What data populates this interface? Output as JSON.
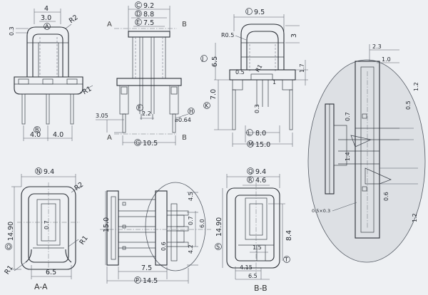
{
  "background": "#eef0f3",
  "line_color": "#2b2f36",
  "views": {
    "front_top": {
      "dims": {
        "w_top": "4",
        "w_mid": "3.0",
        "t_top": "0.3",
        "r_top": "R2",
        "r_base": "R1",
        "pin_pitch_a": "4.0",
        "pin_pitch_b": "4.0"
      },
      "balloons": {
        "a": "A",
        "b": "B"
      }
    },
    "side_top": {
      "dims": {
        "d_c": "9.2",
        "d_d": "8.8",
        "d_e": "7.5",
        "d_f": "2.2",
        "d_g": "10.5",
        "pin_dia": "0.64",
        "pin_len": "3.05"
      },
      "balloons": {
        "c": "C",
        "d": "D",
        "e": "E",
        "f": "F",
        "g": "G",
        "h": "H"
      },
      "section_marks": [
        "A",
        "A",
        "B",
        "B"
      ]
    },
    "iso_top": {
      "dims": {
        "d_i": "9.5",
        "d_j": "6.5",
        "d_k": "7.0",
        "d_l": "8.0",
        "d_m": "15.0",
        "d_3": "3",
        "d_r05": "R0.5",
        "d_05": "0.5",
        "d_r1": "R1",
        "d_17": "1.7",
        "d_03": "0.3",
        "d_01": "1"
      },
      "balloons": {
        "i": "I",
        "j": "J",
        "k": "K",
        "l": "L",
        "m": "M"
      }
    },
    "detail": {
      "dims": {
        "d_23": "2.3",
        "d_10": "1.0",
        "d_05": "0.5",
        "d_07": "0.7",
        "d_14": "1.4",
        "d_06": "0.6",
        "d_12a": "1.2",
        "d_12b": "1.2",
        "d_chamfer": "0.5×0.3"
      }
    },
    "section_aa": {
      "dims": {
        "d_n": "9.4",
        "d_o": "14.90",
        "d_65": "6.5",
        "d_07": "0.7",
        "r2": "R2",
        "r1a": "R1",
        "r1b": "R1"
      },
      "balloons": {
        "n": "N",
        "o": "O"
      },
      "label": "A-A"
    },
    "side_bottom": {
      "dims": {
        "d_150": "15.0",
        "d_45": "4.5",
        "d_07": "0.7",
        "d_60": "6.0",
        "d_06": "0.6",
        "d_42": "4.2",
        "d_75": "7.5",
        "d_145": "14.5"
      },
      "balloons": {
        "p": "P"
      }
    },
    "section_bb": {
      "dims": {
        "d_q": "9.4",
        "d_r": "4.6",
        "d_s": "14.90",
        "d_t": "8.4",
        "d_15": "1.5",
        "d_415": "4.15",
        "d_65": "6.5"
      },
      "balloons": {
        "q": "Q",
        "r": "R",
        "s": "S",
        "t": "T"
      },
      "label": "B-B"
    }
  }
}
